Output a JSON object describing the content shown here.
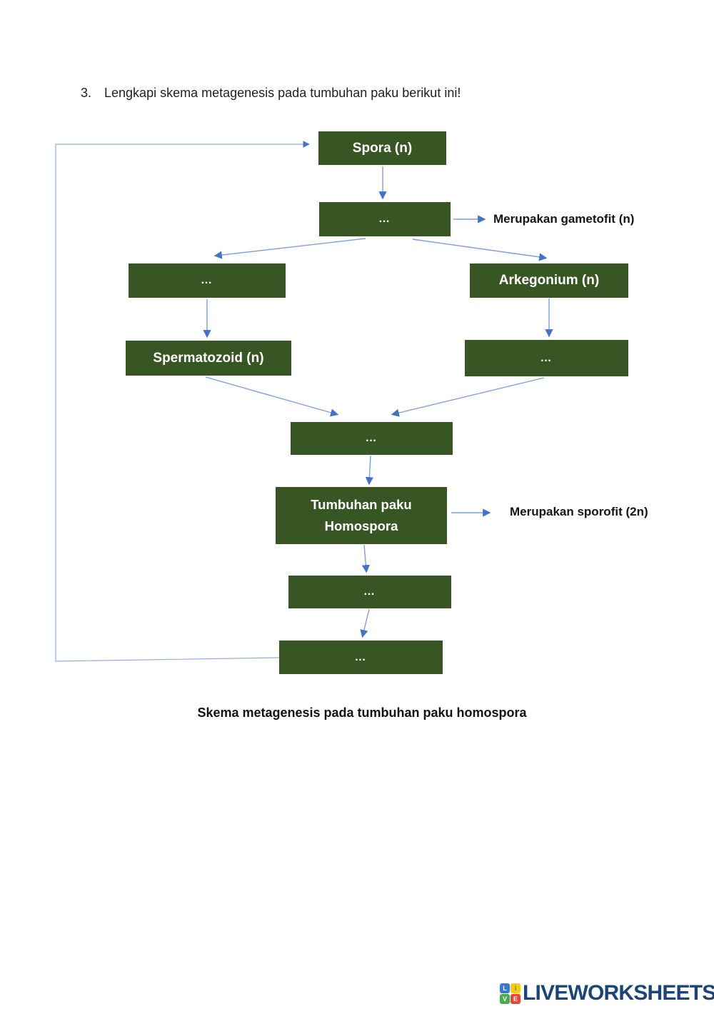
{
  "question": {
    "number": "3.",
    "text": "Lengkapi skema metagenesis pada tumbuhan paku berikut ini!"
  },
  "diagram": {
    "nodes": {
      "spora": "Spora (n)",
      "blank_gametofit": "…",
      "blank_left": "…",
      "arkegonium": "Arkegonium (n)",
      "spermatozoid": "Spermatozoid (n)",
      "blank_right": "…",
      "blank_center": "…",
      "tumbuhan_line1": "Tumbuhan paku",
      "tumbuhan_line2": "Homospora",
      "blank_lower": "…",
      "blank_bottom": "…"
    },
    "annotations": {
      "gametofit": "Merupakan gametofit (n)",
      "sporofit": "Merupakan sporofit (2n)"
    },
    "caption": "Skema metagenesis pada tumbuhan paku homospora"
  },
  "colors": {
    "box_fill": "#375623",
    "box_text": "#ffffff",
    "arrow_line": "#7f9edb",
    "arrow_head": "#4472c4",
    "feedback_line": "#93acdd",
    "logo_navy": "#1c4475",
    "logo_blue": "#3b78cf",
    "logo_yellow": "#f8c81c",
    "logo_green": "#4cab4f",
    "logo_red": "#e0473d"
  },
  "footer": {
    "wordmark": "LIVEWORKSHEETS",
    "icon_letters": [
      "L",
      "I",
      "V",
      "E"
    ]
  }
}
